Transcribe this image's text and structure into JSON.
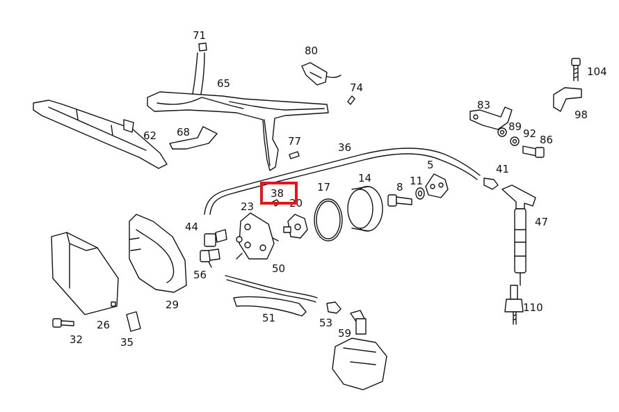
{
  "diagram": {
    "highlight_color": "#e8141b",
    "highlighted_part": "38",
    "part_labels": {
      "p71": "71",
      "p80": "80",
      "p104": "104",
      "p65": "65",
      "p74": "74",
      "p83": "83",
      "p98": "98",
      "p89": "89",
      "p92": "92",
      "p86": "86",
      "p62": "62",
      "p68": "68",
      "p77": "77",
      "p36": "36",
      "p14": "14",
      "p5": "5",
      "p41": "41",
      "p38": "38",
      "p17": "17",
      "p8": "8",
      "p11": "11",
      "p23": "23",
      "p20": "20",
      "p44": "44",
      "p47": "47",
      "p56": "56",
      "p50": "50",
      "p29": "29",
      "p26": "26",
      "p110": "110",
      "p51": "51",
      "p32": "32",
      "p53": "53",
      "p35": "35",
      "p59": "59"
    }
  }
}
